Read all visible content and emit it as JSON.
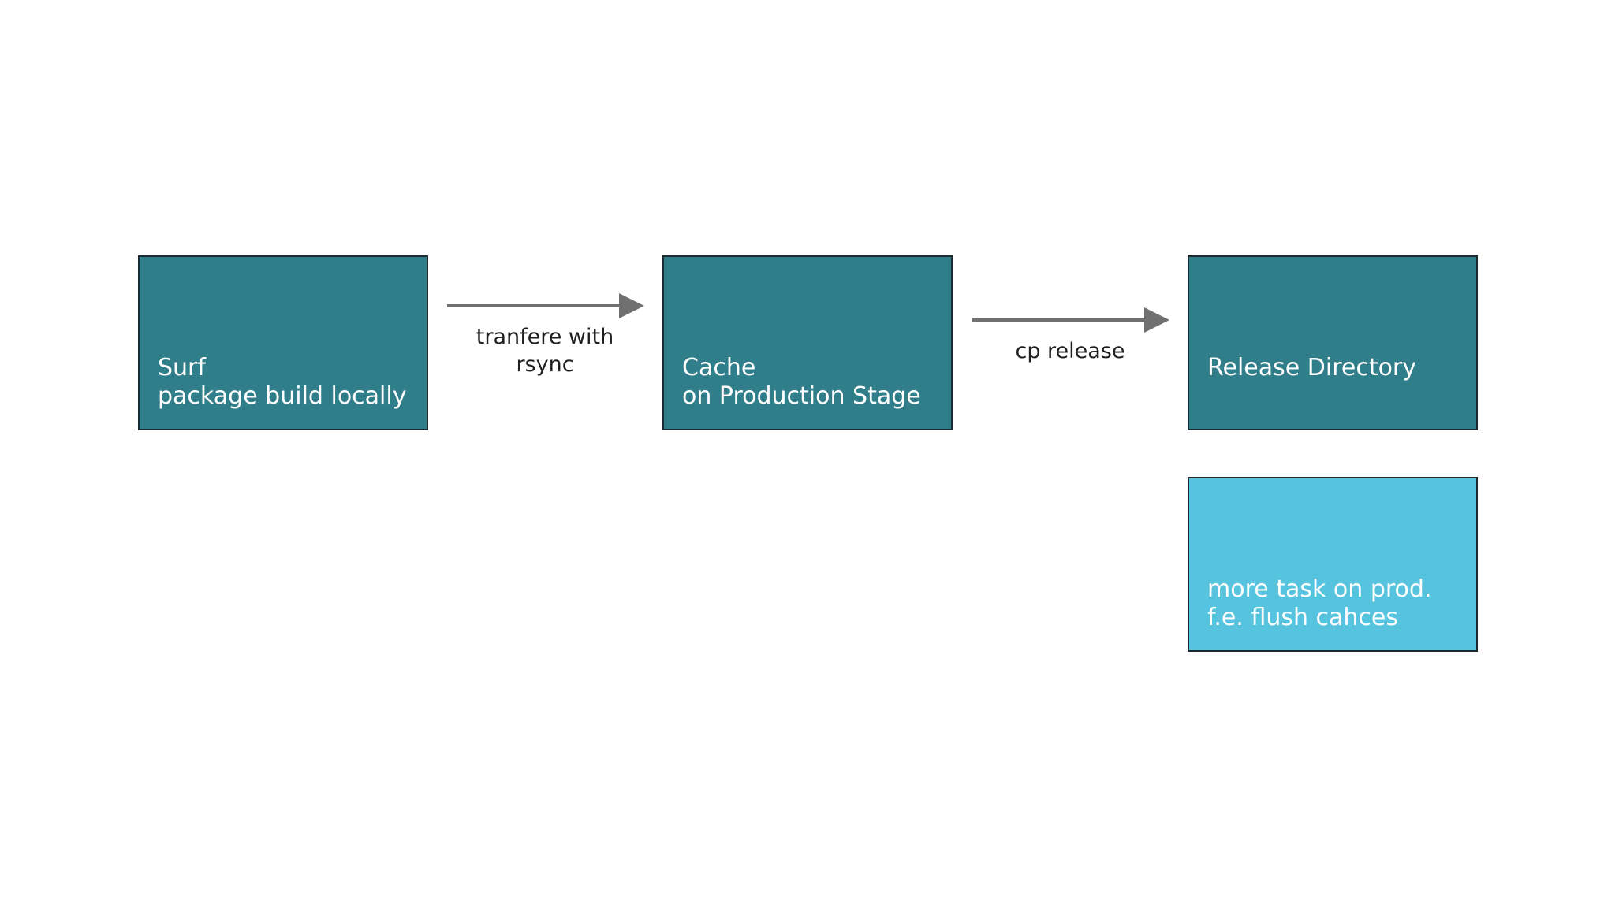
{
  "diagram": {
    "boxes": {
      "surf": {
        "lines": [
          "Surf",
          "package build locally"
        ],
        "color": "#317e8b"
      },
      "cache": {
        "lines": [
          "Cache",
          "on Production Stage"
        ],
        "color": "#317e8b"
      },
      "release": {
        "lines": [
          "Release Directory"
        ],
        "color": "#317e8b"
      },
      "tasks": {
        "lines": [
          "more task on prod.",
          "f.e. flush cahces"
        ],
        "color": "#56c4de"
      }
    },
    "arrows": {
      "rsync": {
        "lines": [
          "tranfere with",
          "rsync"
        ],
        "color": "#707070"
      },
      "cp": {
        "lines": [
          "cp release"
        ],
        "color": "#707070"
      }
    }
  }
}
